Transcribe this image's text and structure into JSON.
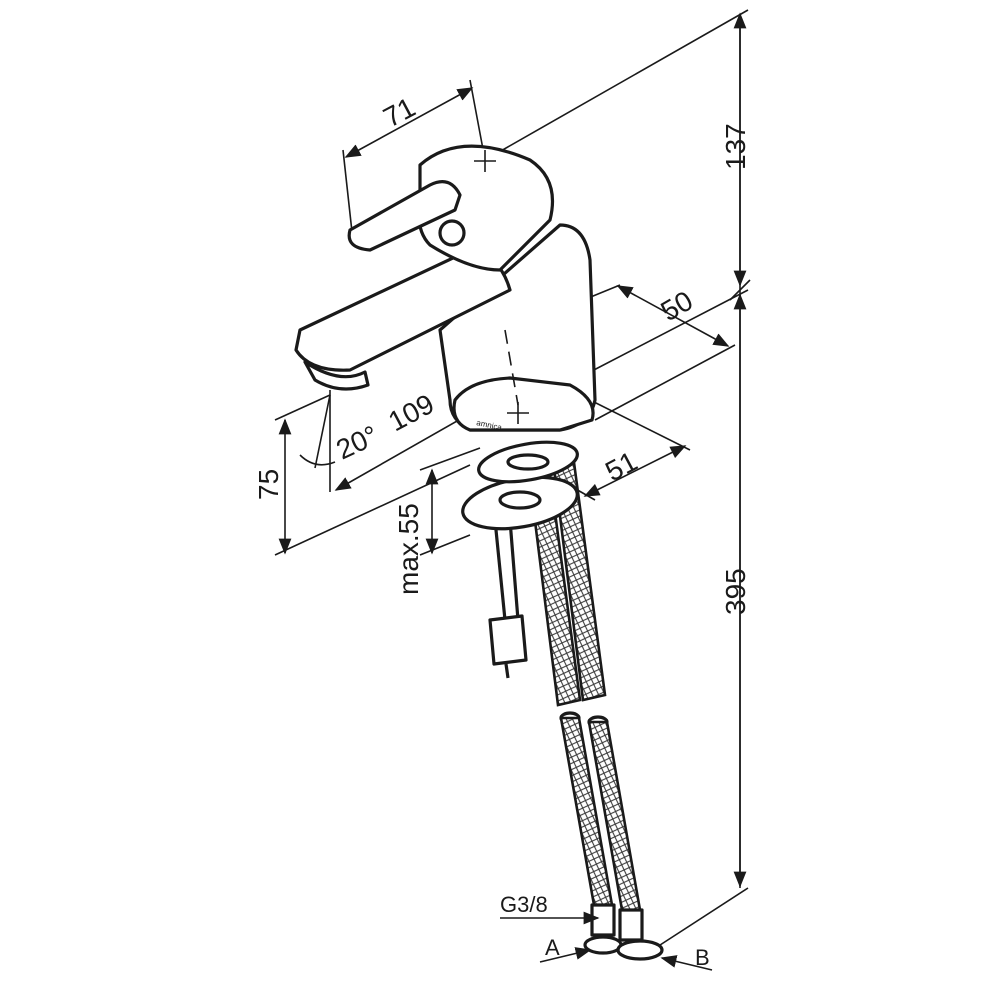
{
  "drawing": {
    "dimensions": {
      "handle_length": "71",
      "height_top": "137",
      "base_width": "50",
      "spout_angle": "20°",
      "spout_reach": "109",
      "spout_height": "75",
      "base_depth": "51",
      "max_deck_thickness": "max.55",
      "hose_length": "395"
    },
    "labels": {
      "thread": "G3/8",
      "connection_a": "A",
      "connection_b": "B"
    },
    "brand_mark": "amnica"
  }
}
